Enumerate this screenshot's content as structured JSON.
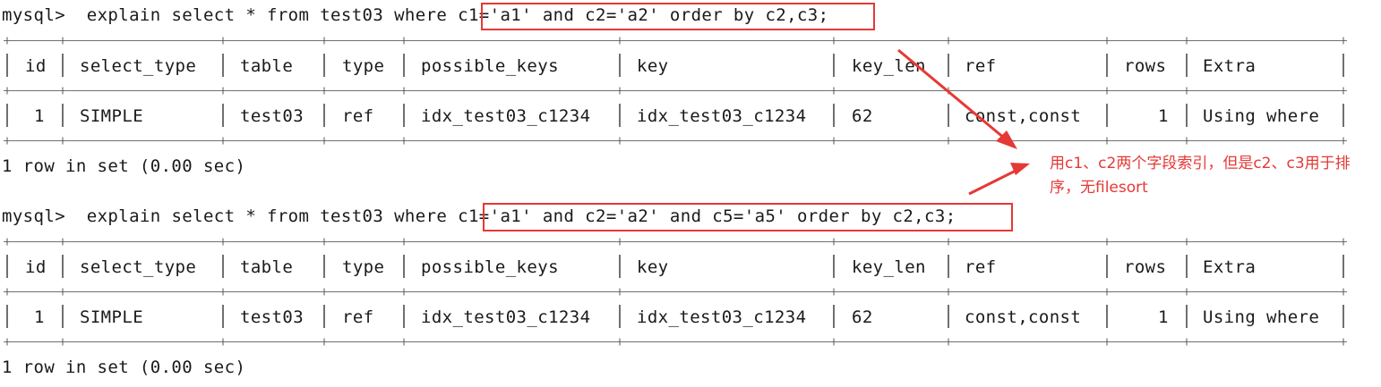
{
  "blocks": [
    {
      "prompt": "mysql>",
      "command_prefix": "explain select * from test03 where ",
      "command_highlight": "c1='a1' and c2='a2' order by c2,c3",
      "command_suffix": ";",
      "headers": [
        "id",
        "select_type",
        "table",
        "type",
        "possible_keys",
        "key",
        "key_len",
        "ref",
        "rows",
        "Extra"
      ],
      "row": [
        "1",
        "SIMPLE",
        "test03",
        "ref",
        "idx_test03_c1234",
        "idx_test03_c1234",
        "62",
        "const,const",
        "1",
        "Using where"
      ],
      "footer": "1 row in set (0.00 sec)"
    },
    {
      "prompt": "mysql>",
      "command_prefix": "explain select * from test03 where ",
      "command_highlight": "c1='a1' and c2='a2' and c5='a5' order by c2,c3",
      "command_suffix": ";",
      "headers": [
        "id",
        "select_type",
        "table",
        "type",
        "possible_keys",
        "key",
        "key_len",
        "ref",
        "rows",
        "Extra"
      ],
      "row": [
        "1",
        "SIMPLE",
        "test03",
        "ref",
        "idx_test03_c1234",
        "idx_test03_c1234",
        "62",
        "const,const",
        "1",
        "Using where"
      ],
      "footer": "1 row in set (0.00 sec)"
    }
  ],
  "annotation": {
    "text": "用c1、c2两个字段索引，但是c2、c3用于排序，无filesort",
    "color": "#e53935"
  }
}
